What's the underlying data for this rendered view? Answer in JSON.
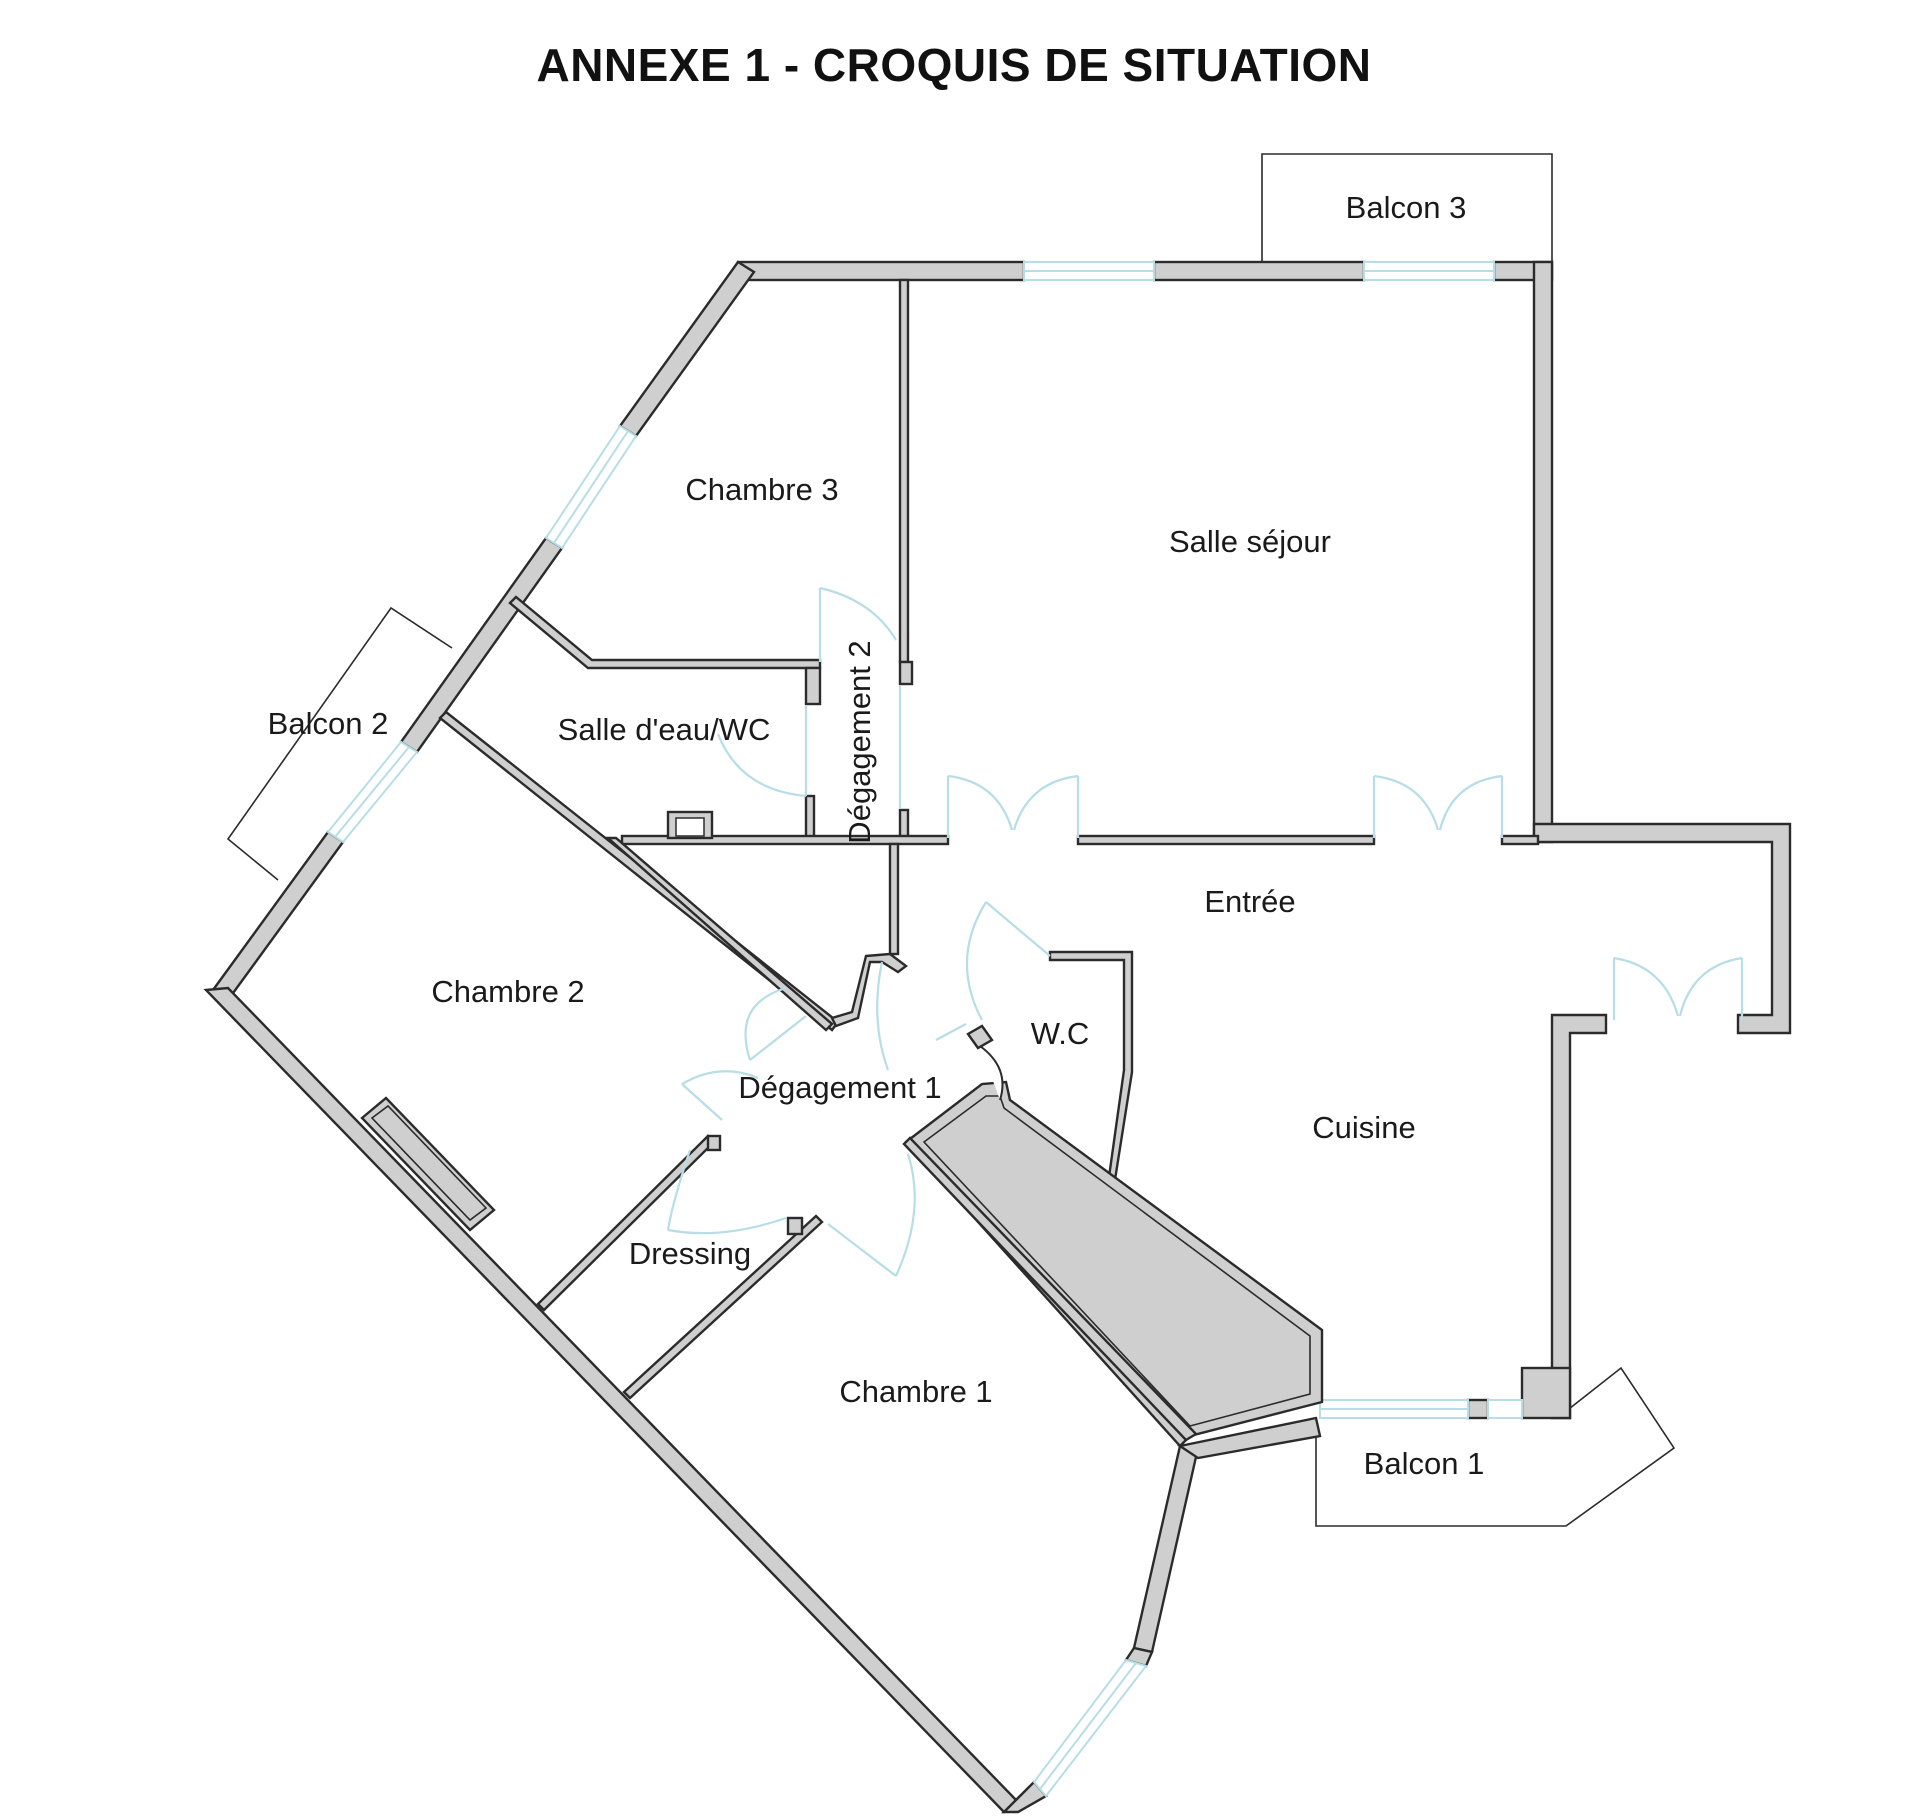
{
  "title": "ANNEXE 1 - CROQUIS DE SITUATION",
  "rooms": {
    "balcon_3": "Balcon 3",
    "chambre_3": "Chambre 3",
    "salle_sejour": "Salle séjour",
    "degagement_2": "Dégagement 2",
    "balcon_2": "Balcon 2",
    "salle_eau_wc": "Salle d'eau/WC",
    "entree": "Entrée",
    "chambre_2": "Chambre 2",
    "wc": "W.C",
    "degagement_1": "Dégagement 1",
    "cuisine": "Cuisine",
    "dressing": "Dressing",
    "chambre_1": "Chambre 1",
    "balcon_1": "Balcon 1"
  },
  "colors": {
    "wall_fill": "#cfcfcf",
    "wall_stroke": "#2b2b2b",
    "opening": "#b7dde6"
  }
}
